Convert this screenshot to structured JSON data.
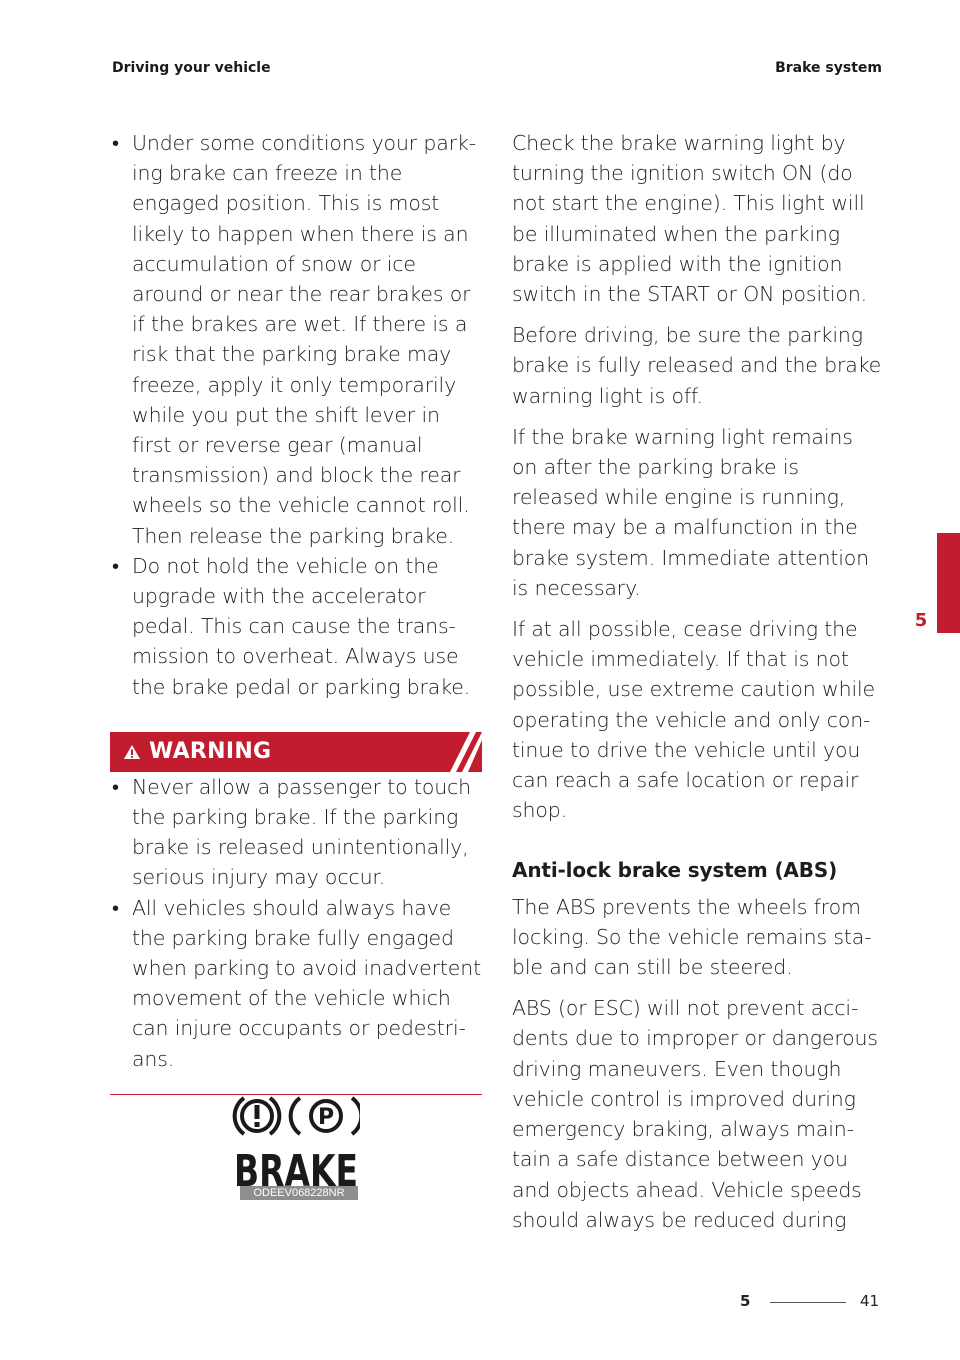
{
  "header": {
    "left": "Driving your vehicle",
    "right": "Brake system"
  },
  "left_column": {
    "bullets": [
      "Under some conditions your park-ing brake can freeze in the engaged position. This is most likely to happen when there is an accumulation of snow or ice around or near the rear brakes or if the brakes are wet. If there is a risk that the parking brake may freeze, apply it only temporarily while you put the shift lever in first or reverse gear (manual transmission) and block the rear wheels so the vehicle cannot roll. Then release the parking brake.",
      "Do not hold the vehicle on the upgrade with the accelerator pedal. This can cause the trans-mission to overheat. Always use the brake pedal or parking brake."
    ],
    "warning": {
      "title": "WARNING",
      "bullets": [
        "Never allow a passenger to touch the parking brake. If the parking brake is released unintentionally, serious injury may occur.",
        "All vehicles should always have the parking brake fully engaged when parking to avoid inadvertent movement of the vehicle which can injure occupants or pedestri-ans."
      ]
    },
    "figure": {
      "icon_text": "BRAKE",
      "code": "ODEEV068228NR"
    }
  },
  "right_column": {
    "paragraphs": [
      "Check the brake warning light by turning the ignition switch ON (do not start the engine). This light will be illuminated when the parking brake is applied with the ignition switch in the START or ON position.",
      "Before driving, be sure the parking brake is fully released and the brake warning light is off.",
      "If the brake warning light remains on after the parking brake is released while engine is running, there may be a malfunction in the brake system. Immediate attention is necessary.",
      "If at all possible, cease driving the vehicle immediately. If that is not possible, use extreme caution while operating the vehicle and only con-tinue to drive the vehicle until you can reach a safe location or repair shop."
    ],
    "section_heading": "Anti-lock brake system (ABS)",
    "section_paragraphs": [
      "The ABS prevents the wheels from locking. So the vehicle remains sta-ble and can still be steered.",
      "ABS (or ESC) will not prevent acci-dents due to improper or dangerous driving maneuvers. Even though vehicle control is improved during emergency braking, always main-tain a safe distance between you and objects ahead. Vehicle speeds should always be reduced during"
    ]
  },
  "side_tab": {
    "number": "5"
  },
  "footer": {
    "chapter": "5",
    "page": "41"
  },
  "colors": {
    "accent": "#c21d2e",
    "text": "#1d1d1d"
  }
}
